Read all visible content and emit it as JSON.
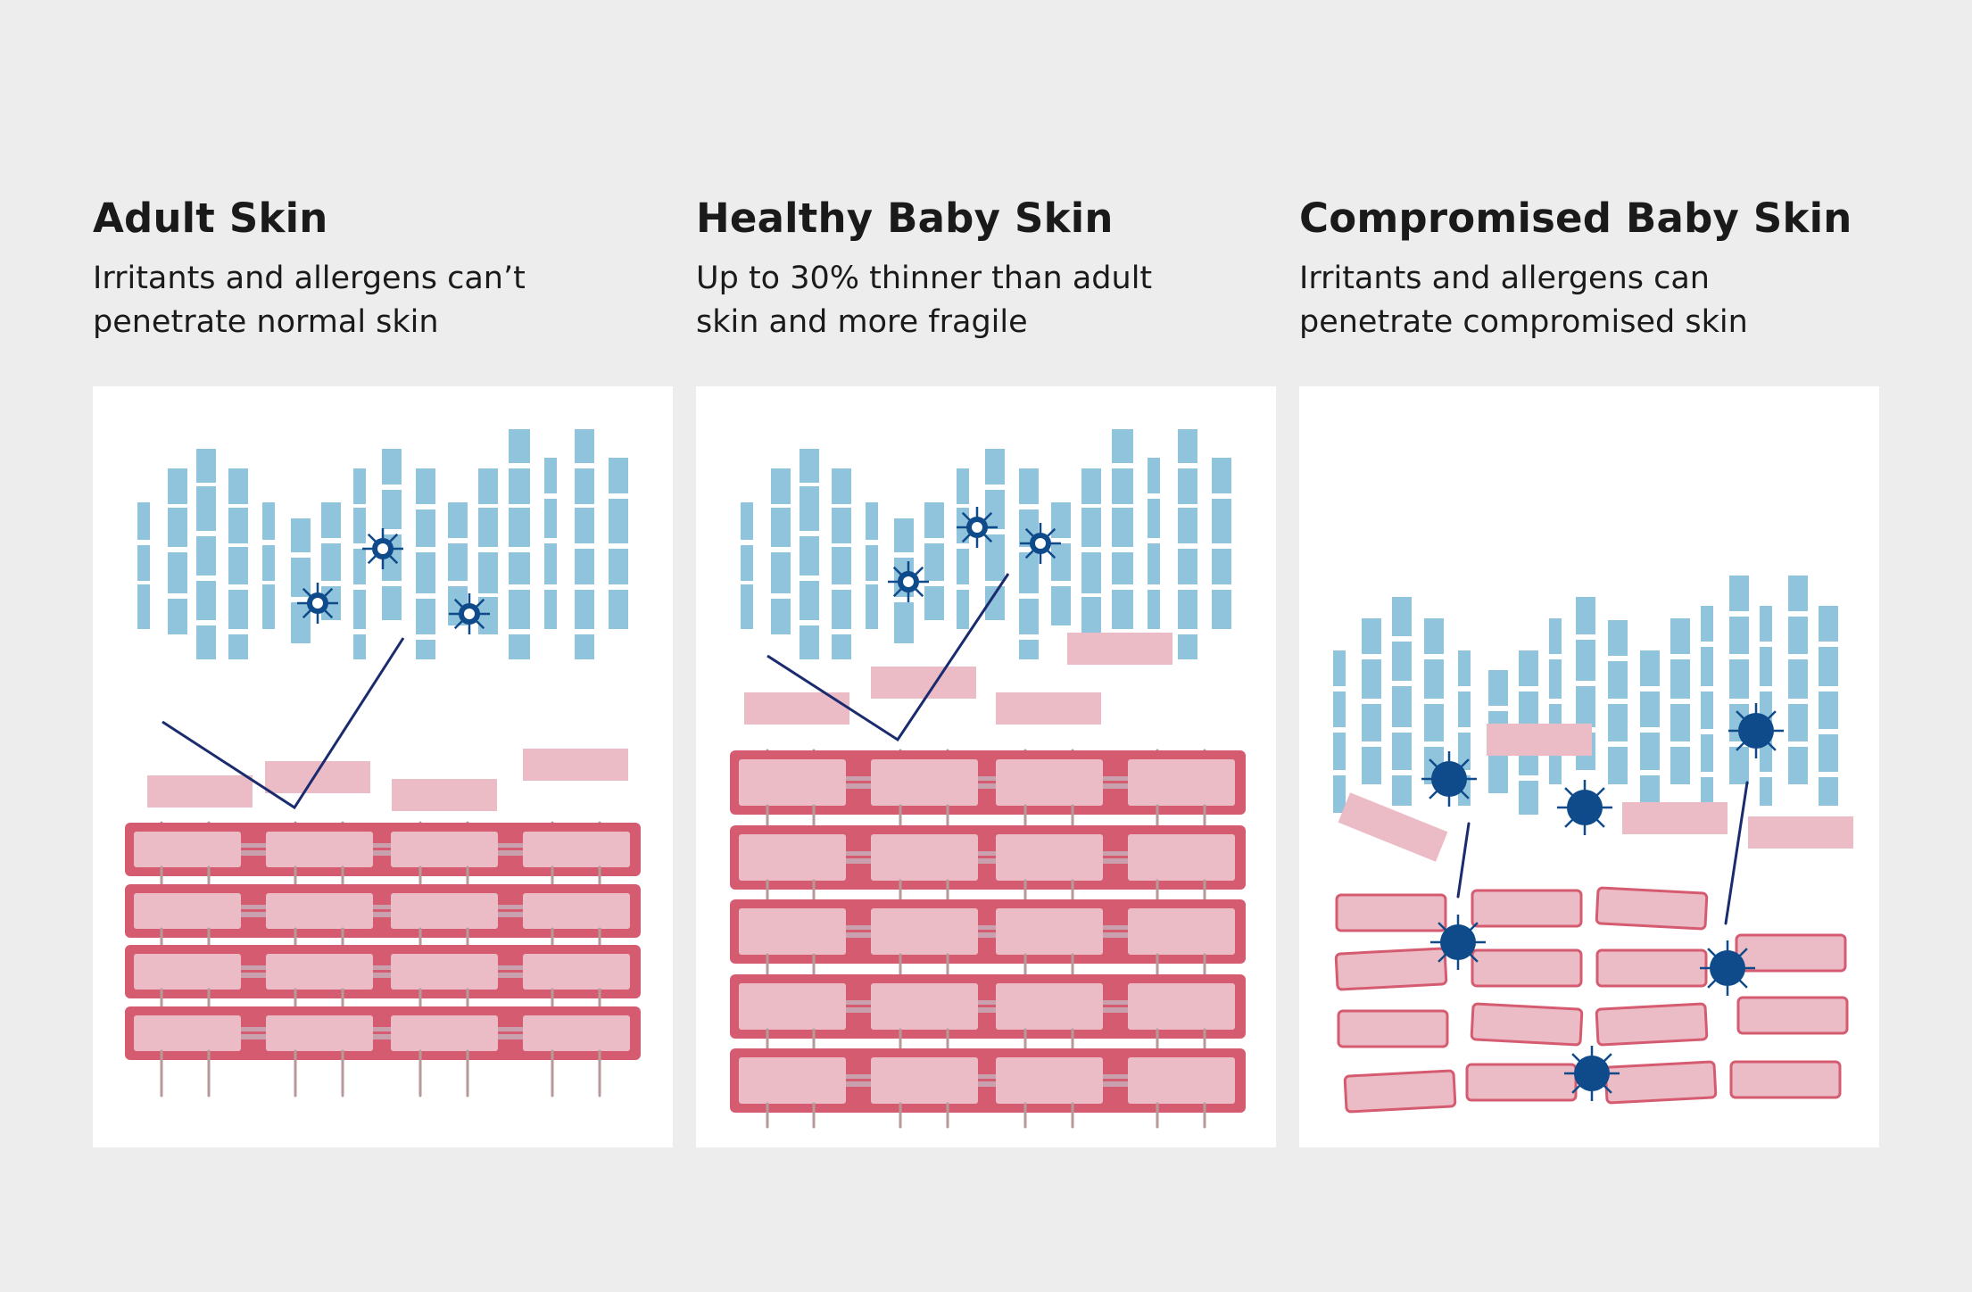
{
  "colors": {
    "background": "#ededed",
    "panel": "#ffffff",
    "outer_cell": "#d55c70",
    "inner_cell": "#ecbcc6",
    "connector": "#b69a9a",
    "flake": "#8fc4dc",
    "particle": "#0f4a8a",
    "pointer_line": "#1a2b6e"
  },
  "panels": [
    {
      "title": "Adult Skin",
      "description_line1": "Irritants and allergens can’t",
      "description_line2": "penetrate normal skin",
      "icon": "allergen-ring-icon"
    },
    {
      "title": "Healthy Baby Skin",
      "description_line1": "Up to 30% thinner than adult",
      "description_line2": "skin and more fragile",
      "icon": "allergen-ring-icon"
    },
    {
      "title": "Compromised Baby Skin",
      "description_line1": "Irritants and allergens can",
      "description_line2": "penetrate compromised skin",
      "icon": "allergen-solid-icon"
    }
  ]
}
